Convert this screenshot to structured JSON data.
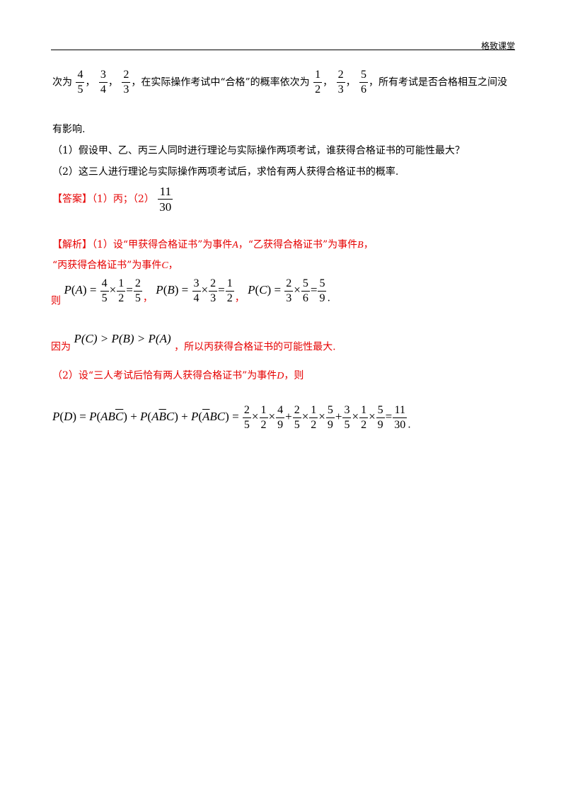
{
  "header": {
    "title": "格致课堂"
  },
  "intro": {
    "prefix": "次为",
    "theory_probs": [
      {
        "n": "4",
        "d": "5"
      },
      {
        "n": "3",
        "d": "4"
      },
      {
        "n": "2",
        "d": "3"
      }
    ],
    "sep": "，",
    "middle": "，在实际操作考试中“合格”的概率依次为",
    "practice_probs": [
      {
        "n": "1",
        "d": "2"
      },
      {
        "n": "2",
        "d": "3"
      },
      {
        "n": "5",
        "d": "6"
      }
    ],
    "suffix": "，所有考试是否合格相互之间没",
    "line2": "有影响."
  },
  "questions": {
    "q1": "（1）假设甲、乙、丙三人同时进行理论与实际操作两项考试，谁获得合格证书的可能性最大？",
    "q2": "（2）这三人进行理论与实际操作两项考试后，求恰有两人获得合格证书的概率."
  },
  "answer": {
    "label": "【答案】",
    "part1": "（1）丙；（2）",
    "frac": {
      "n": "11",
      "d": "30"
    }
  },
  "analysis": {
    "label": "【解析】",
    "l1_a": "（1）设“甲获得合格证书”为事件",
    "var_a": "A",
    "l1_b": "，“乙获得合格证书”为事件",
    "var_b": "B",
    "l1_c": "，",
    "l2_a": "“丙获得合格证书”为事件",
    "var_c": "C",
    "l2_b": "，",
    "then": "则",
    "compare_prefix": "因为",
    "compare_expr": "P(C) > P(B) > P(A)",
    "compare_suffix": "，所以丙获得合格证书的可能性最大.",
    "part2_a": "（2）设“三人考试后恰有两人获得合格证书”为事件",
    "var_d": "D",
    "part2_b": "，则"
  }
}
